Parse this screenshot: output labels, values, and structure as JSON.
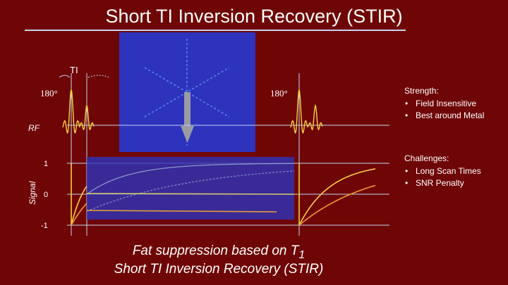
{
  "slide": {
    "title": "Short TI Inversion Recovery (STIR)",
    "caption_line1_prefix": "Fat suppression based on T",
    "caption_line1_sub": "1",
    "caption_line2": "Short TI Inversion Recovery (STIR)"
  },
  "diagram": {
    "ti_label": "TI",
    "pulse_label_left": "180°",
    "pulse_label_right": "180°",
    "rf_label": "RF",
    "signal_label": "Signal",
    "tick_labels": [
      "1",
      "0",
      "-1"
    ]
  },
  "strength": {
    "heading": "Strength:",
    "items": [
      "Field Insensitive",
      "Best around Metal"
    ]
  },
  "challenges": {
    "heading": "Challenges:",
    "items": [
      "Long Scan Times",
      "SNR Penalty"
    ]
  },
  "colors": {
    "background": "#6f0606",
    "panel_blue": "#2d33bd",
    "curve_yellow": "#f5d040",
    "curve_orange": "#f09a30",
    "axis_line": "#c4d4ee"
  }
}
